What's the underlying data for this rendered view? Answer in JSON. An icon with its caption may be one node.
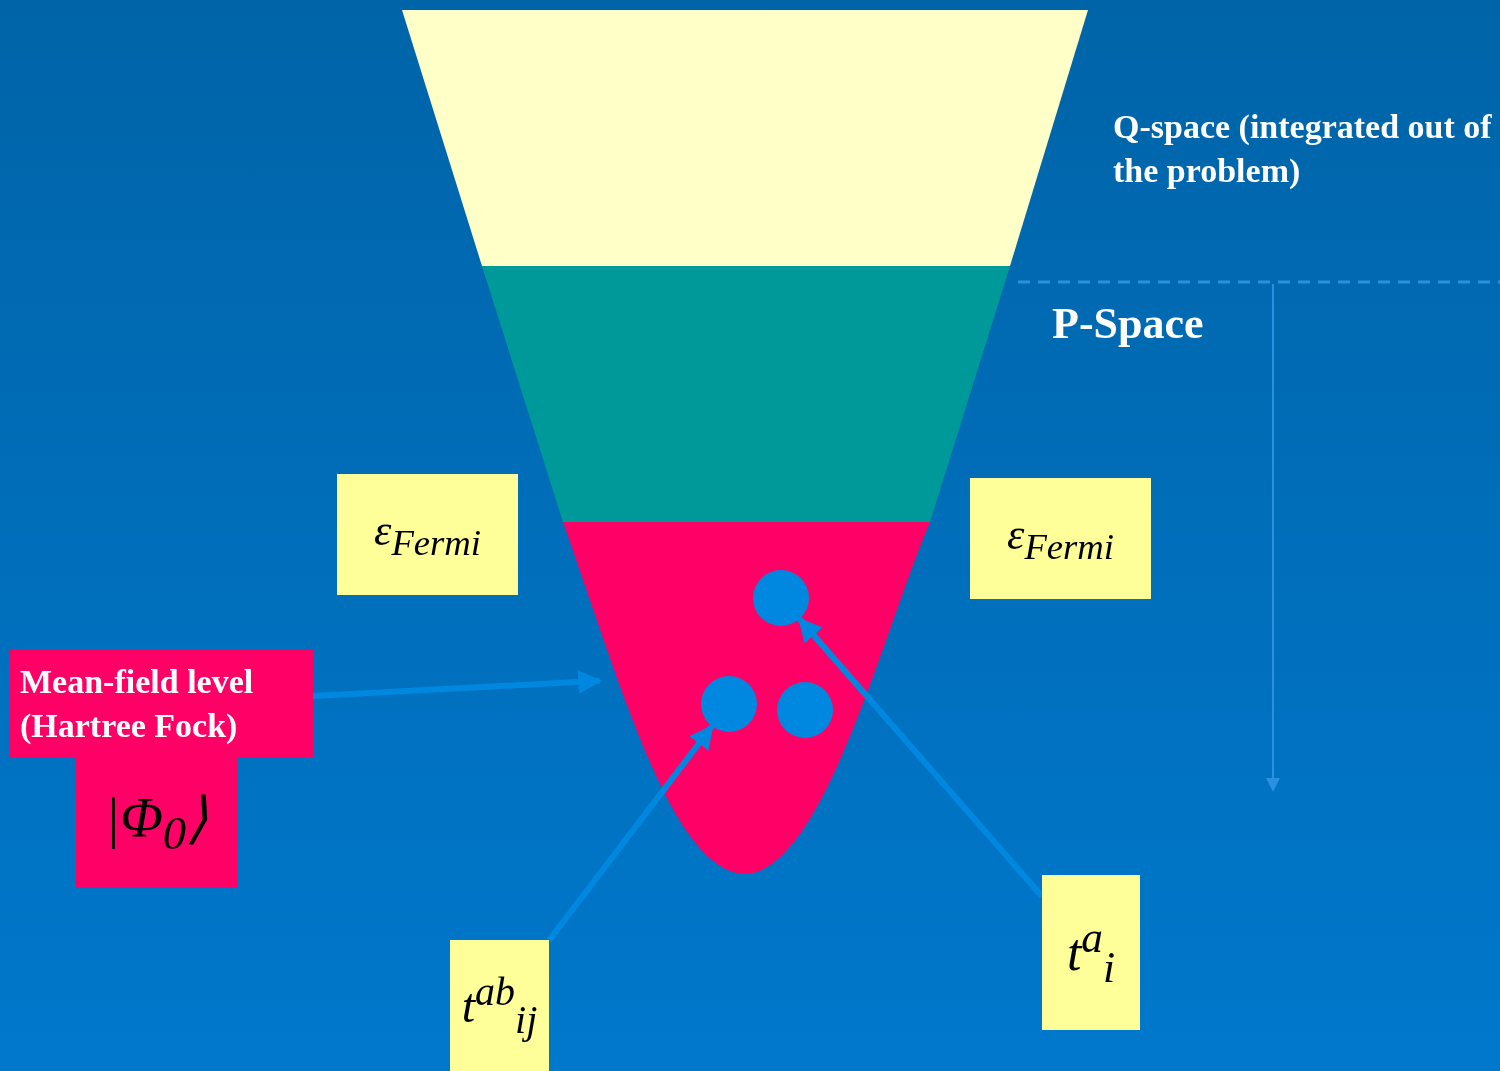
{
  "diagram": {
    "nodes": [
      {
        "text": [],
        "shape": "band",
        "beside": [
          "Q-space (integrated out of the problem)"
        ]
      },
      {
        "text": [],
        "shape": "band"
      },
      {
        "text": [],
        "shape": "band"
      },
      {
        "text": [],
        "shape": "circle",
        "in": 2
      },
      {
        "text": [],
        "shape": "circle",
        "in": 2
      },
      {
        "text": [],
        "shape": "circle",
        "in": 2
      },
      {
        "text": [
          "ε$_{Fermi}$"
        ]
      },
      {
        "text": [
          "ε$_{Fermi}$"
        ]
      },
      {
        "text": [
          "Mean-field level (Hartree Fock)"
        ]
      },
      {
        "text": [
          "|Φ$_{0}$⟩"
        ]
      },
      {
        "text": [
          "t$^{ab}$$_{ij}$"
        ]
      },
      {
        "text": [
          "t$^{a}$$_{i}$"
        ]
      }
    ],
    "edges": [
      {
        "from": 8,
        "to": 2,
        "arrow": "to"
      },
      {
        "from": 10,
        "to": 4,
        "arrow": "to"
      },
      {
        "from": 11,
        "to": 3,
        "arrow": "to"
      }
    ],
    "labels": [
      "P-Space"
    ]
  }
}
